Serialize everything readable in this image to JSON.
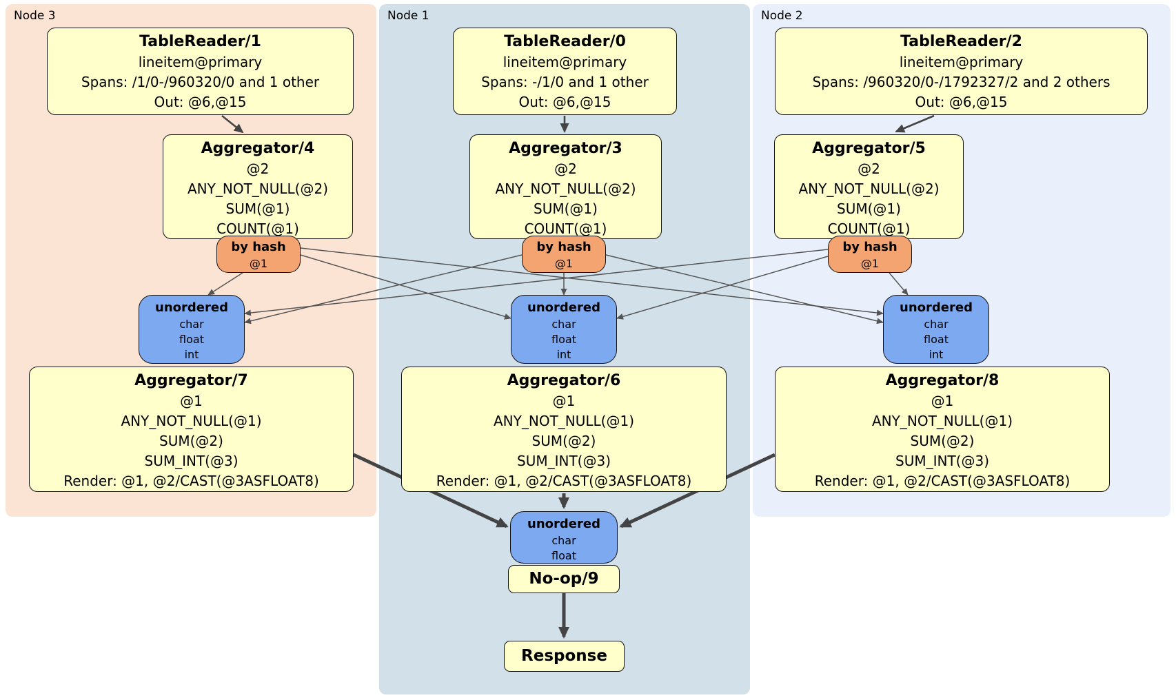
{
  "diagram": {
    "kind": "distsql-plan",
    "colors": {
      "page_bg": "#ffffff",
      "node3_bg": "#fce4d4",
      "node1_bg": "#d2e0ea",
      "node2_bg": "#eaf0fb",
      "processor_fill": "#ffffcc",
      "router_fill": "#f4a470",
      "sync_fill": "#7da9f0",
      "edge_thin": "#555555",
      "edge_thick": "#444444"
    },
    "regions": [
      {
        "id": "node3",
        "label": "Node 3"
      },
      {
        "id": "node1",
        "label": "Node 1"
      },
      {
        "id": "node2",
        "label": "Node 2"
      }
    ],
    "processors": [
      {
        "id": "tr1",
        "type": "box",
        "region": "node3",
        "title": "TableReader/1",
        "lines": [
          "lineitem@primary",
          "Spans: /1/0-/960320/0 and 1 other",
          "Out: @6,@15"
        ]
      },
      {
        "id": "tr0",
        "type": "box",
        "region": "node1",
        "title": "TableReader/0",
        "lines": [
          "lineitem@primary",
          "Spans: -/1/0 and 1 other",
          "Out: @6,@15"
        ]
      },
      {
        "id": "tr2",
        "type": "box",
        "region": "node2",
        "title": "TableReader/2",
        "lines": [
          "lineitem@primary",
          "Spans: /960320/0-/1792327/2 and 2 others",
          "Out: @6,@15"
        ]
      },
      {
        "id": "agg4",
        "type": "box",
        "region": "node3",
        "title": "Aggregator/4",
        "lines": [
          "@2",
          "ANY_NOT_NULL(@2)",
          "SUM(@1)",
          "COUNT(@1)"
        ]
      },
      {
        "id": "agg3",
        "type": "box",
        "region": "node1",
        "title": "Aggregator/3",
        "lines": [
          "@2",
          "ANY_NOT_NULL(@2)",
          "SUM(@1)",
          "COUNT(@1)"
        ]
      },
      {
        "id": "agg5",
        "type": "box",
        "region": "node2",
        "title": "Aggregator/5",
        "lines": [
          "@2",
          "ANY_NOT_NULL(@2)",
          "SUM(@1)",
          "COUNT(@1)"
        ]
      },
      {
        "id": "hash3",
        "type": "router",
        "region": "node3",
        "title": "by hash",
        "lines": [
          "@1"
        ]
      },
      {
        "id": "hash1",
        "type": "router",
        "region": "node1",
        "title": "by hash",
        "lines": [
          "@1"
        ]
      },
      {
        "id": "hash2",
        "type": "router",
        "region": "node2",
        "title": "by hash",
        "lines": [
          "@1"
        ]
      },
      {
        "id": "sync3",
        "type": "sync",
        "region": "node3",
        "title": "unordered",
        "lines": [
          "char",
          "float",
          "int"
        ]
      },
      {
        "id": "sync1",
        "type": "sync",
        "region": "node1",
        "title": "unordered",
        "lines": [
          "char",
          "float",
          "int"
        ]
      },
      {
        "id": "sync2",
        "type": "sync",
        "region": "node2",
        "title": "unordered",
        "lines": [
          "char",
          "float",
          "int"
        ]
      },
      {
        "id": "agg7",
        "type": "box",
        "region": "node3",
        "title": "Aggregator/7",
        "lines": [
          "@1",
          "ANY_NOT_NULL(@1)",
          "SUM(@2)",
          "SUM_INT(@3)",
          "Render: @1, @2/CAST(@3ASFLOAT8)"
        ]
      },
      {
        "id": "agg6",
        "type": "box",
        "region": "node1",
        "title": "Aggregator/6",
        "lines": [
          "@1",
          "ANY_NOT_NULL(@1)",
          "SUM(@2)",
          "SUM_INT(@3)",
          "Render: @1, @2/CAST(@3ASFLOAT8)"
        ]
      },
      {
        "id": "agg8",
        "type": "box",
        "region": "node2",
        "title": "Aggregator/8",
        "lines": [
          "@1",
          "ANY_NOT_NULL(@1)",
          "SUM(@2)",
          "SUM_INT(@3)",
          "Render: @1, @2/CAST(@3ASFLOAT8)"
        ]
      },
      {
        "id": "syncF",
        "type": "sync",
        "region": "node1",
        "title": "unordered",
        "lines": [
          "char",
          "float"
        ]
      },
      {
        "id": "noop",
        "type": "terminal",
        "region": "node1",
        "title": "No-op/9",
        "lines": []
      },
      {
        "id": "resp",
        "type": "terminal",
        "region": "node1",
        "title": "Response",
        "lines": []
      }
    ],
    "edges": [
      {
        "from": "tr1",
        "to": "agg4",
        "style": "medium"
      },
      {
        "from": "tr0",
        "to": "agg3",
        "style": "medium"
      },
      {
        "from": "tr2",
        "to": "agg5",
        "style": "medium"
      },
      {
        "from": "hash3",
        "to": "sync3",
        "style": "thin"
      },
      {
        "from": "hash3",
        "to": "sync1",
        "style": "thin"
      },
      {
        "from": "hash3",
        "to": "sync2",
        "style": "thin"
      },
      {
        "from": "hash1",
        "to": "sync3",
        "style": "thin"
      },
      {
        "from": "hash1",
        "to": "sync1",
        "style": "thin"
      },
      {
        "from": "hash1",
        "to": "sync2",
        "style": "thin"
      },
      {
        "from": "hash2",
        "to": "sync3",
        "style": "thin"
      },
      {
        "from": "hash2",
        "to": "sync1",
        "style": "thin"
      },
      {
        "from": "hash2",
        "to": "sync2",
        "style": "thin"
      },
      {
        "from": "agg7",
        "to": "syncF",
        "style": "thick"
      },
      {
        "from": "agg6",
        "to": "syncF",
        "style": "thick"
      },
      {
        "from": "agg8",
        "to": "syncF",
        "style": "thick"
      },
      {
        "from": "noop",
        "to": "resp",
        "style": "thick"
      }
    ]
  }
}
